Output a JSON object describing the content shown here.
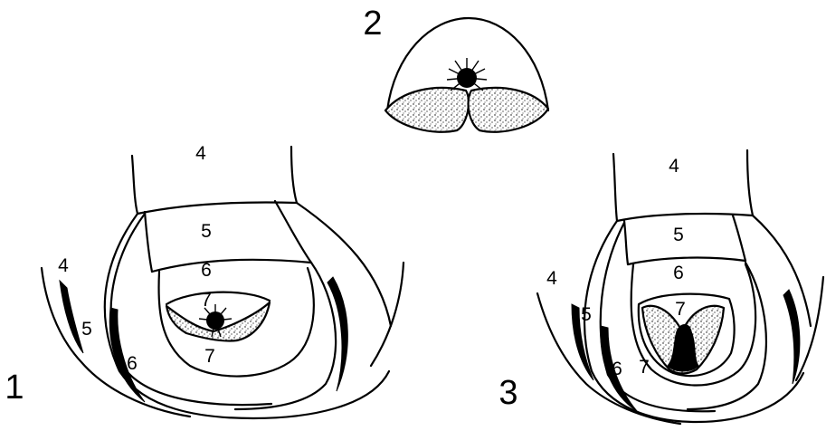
{
  "figures": [
    {
      "number": "1",
      "labels": {
        "zone4_top": "4",
        "zone4_side": "4",
        "zone5_top": "5",
        "zone5_side": "5",
        "zone6_top": "6",
        "zone6_side": "6",
        "zone7_top": "7",
        "zone7_bottom": "7"
      }
    },
    {
      "number": "2"
    },
    {
      "number": "3",
      "labels": {
        "zone4_top": "4",
        "zone4_side": "4",
        "zone5_top": "5",
        "zone5_side": "5",
        "zone6_top": "6",
        "zone6_side": "6",
        "zone7_top": "7",
        "zone7_side": "7"
      }
    }
  ]
}
